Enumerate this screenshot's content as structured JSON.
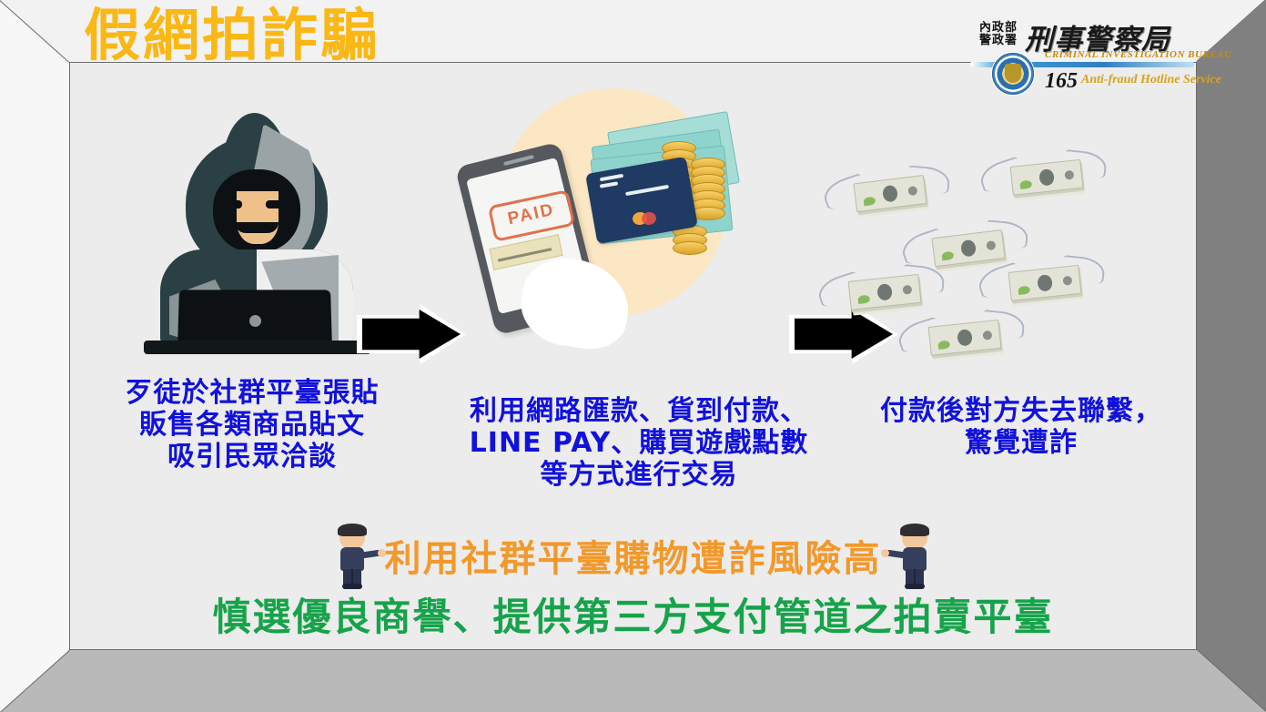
{
  "page": {
    "title": "假網拍詐騙",
    "title_color": "#fbb714",
    "caption_color": "#1111dd",
    "slogan_orange_color": "#f2992c",
    "slogan_green_color": "#16a34a"
  },
  "logo": {
    "agency_small": "內政部\n警政署",
    "agency_small_line1": "內政部",
    "agency_small_line2": "警政署",
    "bureau_cn": "刑事警察局",
    "bureau_en": "CRIMINAL INVESTIGATION BUREAU",
    "hotline_number": "165",
    "hotline_text": "Anti-fraud Hotline Service",
    "badge_icon": "police-badge-icon"
  },
  "steps": [
    {
      "id": "step-1",
      "illustration": "hooded-hacker-laptop-icon",
      "caption_lines": [
        "歹徒於社群平臺張貼",
        "販售各類商品貼文",
        "吸引民眾洽談"
      ]
    },
    {
      "id": "step-2",
      "illustration": "mobile-payment-money-icon",
      "phone_stamp_label": "PAID",
      "caption_lines": [
        "利用網路匯款、貨到付款、",
        "LINE PAY、購買遊戲點數",
        "等方式進行交易"
      ]
    },
    {
      "id": "step-3",
      "illustration": "flying-money-icon",
      "caption_lines": [
        "付款後對方失去聯繫，",
        "驚覺遭詐"
      ]
    }
  ],
  "arrows": {
    "arrow_1": "arrow-right-icon",
    "arrow_2": "arrow-right-icon"
  },
  "slogans": {
    "warning": "利用社群平臺購物遭詐風險高",
    "advice": "慎選優良商譽、提供第三方支付管道之拍賣平臺",
    "mascot_left": "police-mascot-pointing-right-icon",
    "mascot_right": "police-mascot-pointing-left-icon"
  }
}
